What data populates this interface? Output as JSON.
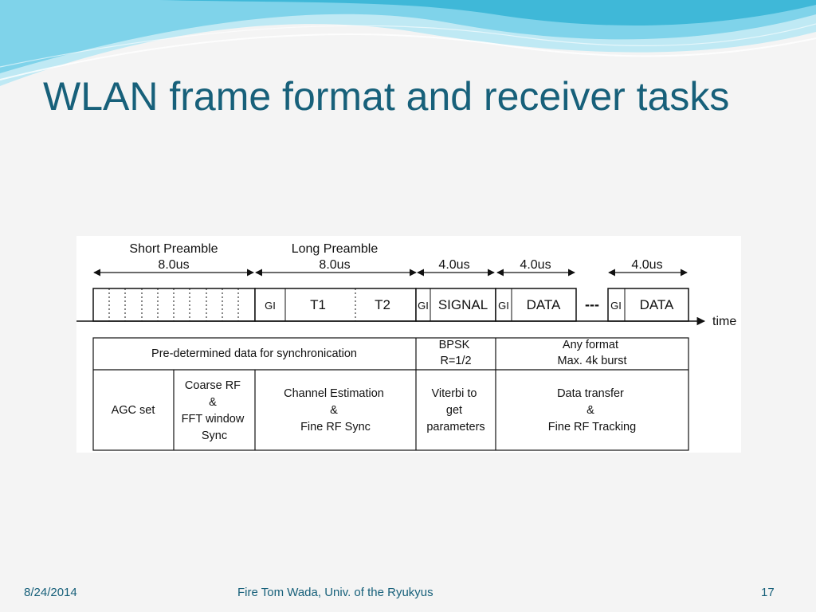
{
  "slide": {
    "title": "WLAN frame format and receiver tasks",
    "colors": {
      "title": "#17607a",
      "background": "#f4f4f4",
      "wave_light": "#bfe9f4",
      "wave_mid": "#7fd3ea",
      "wave_dark": "#3fb8d8"
    }
  },
  "frame": {
    "segments": {
      "short_preamble": {
        "label": "Short Preamble",
        "duration": "8.0us"
      },
      "long_preamble": {
        "label": "Long Preamble",
        "duration": "8.0us"
      },
      "signal": {
        "duration": "4.0us"
      },
      "data1": {
        "duration": "4.0us"
      },
      "data2": {
        "duration": "4.0us"
      }
    },
    "fields": {
      "gi": "GI",
      "t1": "T1",
      "t2": "T2",
      "signal": "SIGNAL",
      "data": "DATA",
      "ellipsis": "---"
    },
    "time_label": "time"
  },
  "tasks": {
    "row1": {
      "sync": "Pre-determined data for synchronication",
      "signal": [
        "BPSK",
        "R=1/2"
      ],
      "data": [
        "Any format",
        "Max. 4k burst"
      ]
    },
    "row2": {
      "agc": "AGC set",
      "coarse": [
        "Coarse RF",
        "&",
        "FFT window",
        "Sync"
      ],
      "channel": [
        "Channel Estimation",
        "&",
        "Fine RF Sync"
      ],
      "viterbi": [
        "Viterbi to",
        "get",
        "parameters"
      ],
      "transfer": [
        "Data transfer",
        "&",
        "Fine RF Tracking"
      ]
    }
  },
  "footer": {
    "date": "8/24/2014",
    "author": "Fire Tom Wada, Univ. of the Ryukyus",
    "page": "17"
  }
}
